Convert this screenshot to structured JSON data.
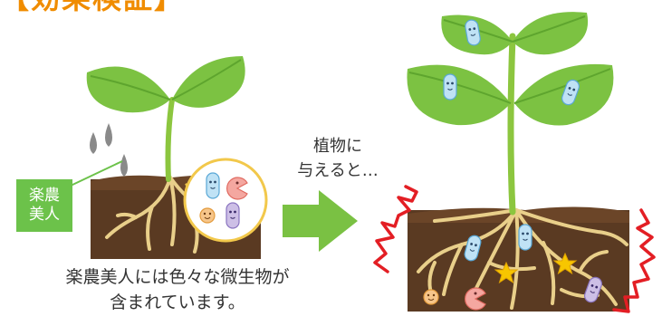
{
  "heading": "【効果検証】",
  "product_label": {
    "line1": "楽農",
    "line2": "美人"
  },
  "caption_left": {
    "line1": "楽農美人には色々な微生物が",
    "line2": "含まれています。"
  },
  "caption_right": {
    "line1": "植物に",
    "line2": "与えると…"
  },
  "colors": {
    "leaf": "#7cc242",
    "leaf_dark": "#5ea52e",
    "stem": "#8cc63f",
    "soil": "#5a3a22",
    "root": "#e9cf8a",
    "arrow": "#7ac143",
    "tag": "#6cc24a",
    "bubble_border": "#f2c84b",
    "burst": "#e31e24",
    "star": "#f7c600",
    "drop": "#8a8a8a",
    "heading": "#f08c00"
  },
  "icons": [
    "water-drop-icon",
    "microbe-icon",
    "arrow-right-icon",
    "star-icon",
    "burst-line-icon"
  ]
}
